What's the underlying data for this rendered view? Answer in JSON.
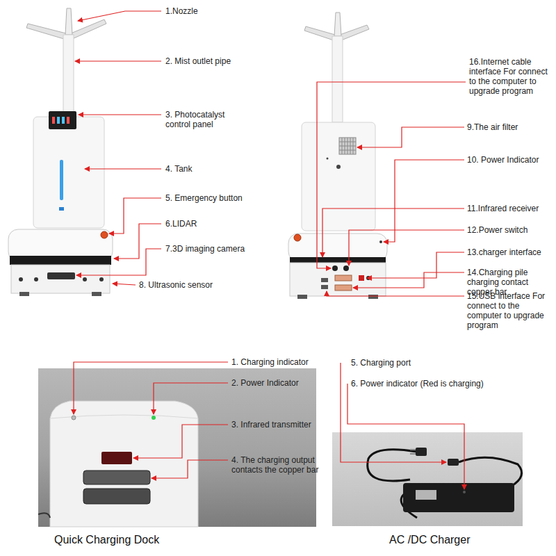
{
  "diagram": {
    "labels": [
      "1.Nozzle",
      "2. Mist outlet pipe",
      "3. Photocatalyst control panel",
      "4. Tank",
      "5. Emergency button",
      "6.LIDAR",
      "7.3D imaging camera",
      "8. Ultrasonic sensor",
      "16.Internet cable interface For connect to the computer to upgrade program",
      "9.The air filter",
      "10. Power Indicator",
      "11.Infrared receiver",
      "12.Power switch",
      "13.charger interface",
      "14.Charging pile charging contact copper bar",
      "15.USB interface For connect to the computer to upgrade program",
      "1. Charging indicator",
      "2. Power Indicator",
      "3. Infrared transmitter",
      "4. The charging output contacts the copper bar",
      "5. Charging port",
      "6. Power indicator (Red is charging)",
      "Quick Charging Dock",
      "AC /DC Charger"
    ]
  }
}
